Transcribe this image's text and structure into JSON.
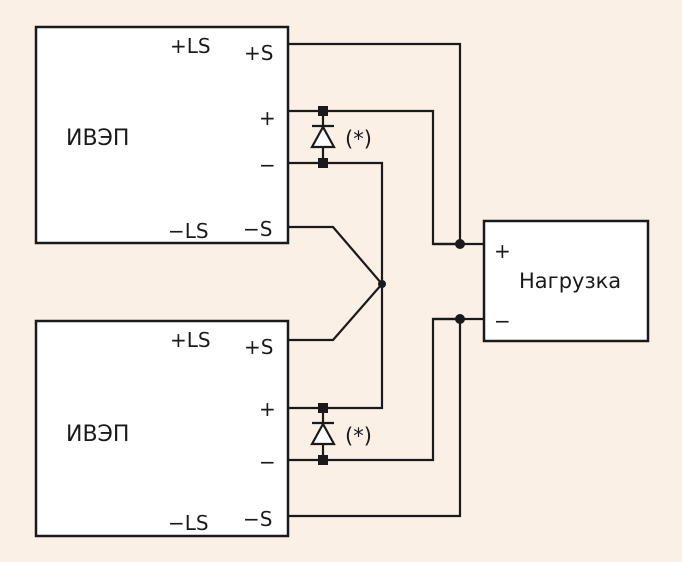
{
  "colors": {
    "background": "#faf0e6",
    "line": "#1a1a1a",
    "box_fill": "#ffffff"
  },
  "psu_top": {
    "name": "ИВЭП",
    "plus_ls": "+LS",
    "plus_s": "+S",
    "plus": "+",
    "minus": "−",
    "minus_ls": "−LS",
    "minus_s": "−S"
  },
  "psu_bottom": {
    "name": "ИВЭП",
    "plus_ls": "+LS",
    "plus_s": "+S",
    "plus": "+",
    "minus": "−",
    "minus_ls": "−LS",
    "minus_s": "−S"
  },
  "load": {
    "name": "Нагрузка",
    "plus": "+",
    "minus": "−"
  },
  "diode_note_top": "(*)",
  "diode_note_bottom": "(*)"
}
